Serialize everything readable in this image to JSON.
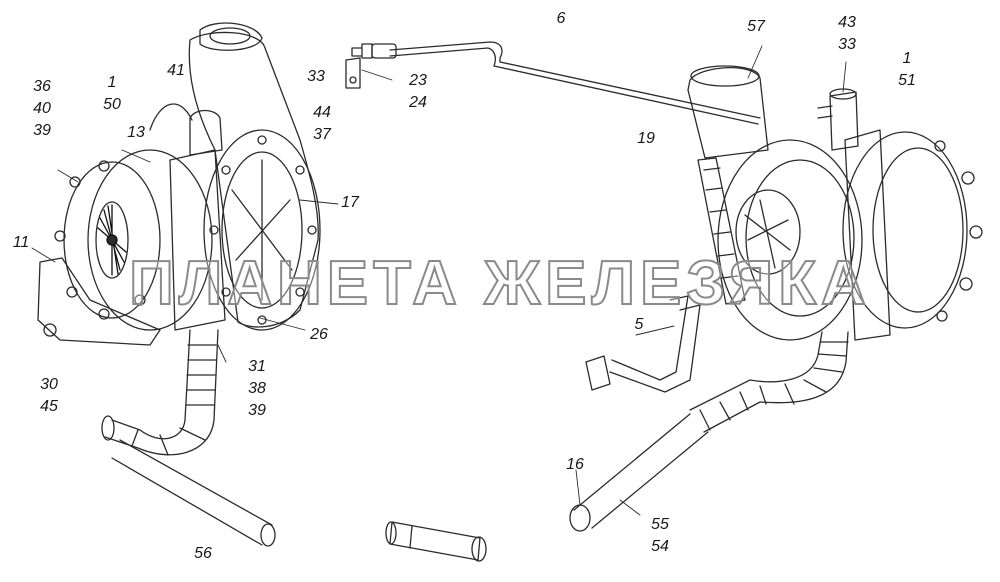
{
  "watermark": "ПЛАНЕТА ЖЕЛЕЗЯКА",
  "callouts": [
    {
      "id": "c6",
      "text": "6"
    },
    {
      "id": "c57",
      "text": "57"
    },
    {
      "id": "c43-33",
      "text": "43\n33"
    },
    {
      "id": "c1-51",
      "text": "1\n51"
    },
    {
      "id": "c41",
      "text": "41"
    },
    {
      "id": "c33",
      "text": "33"
    },
    {
      "id": "c23-24",
      "text": "23\n24"
    },
    {
      "id": "c36-40-39",
      "text": "36\n40\n39"
    },
    {
      "id": "c1-50",
      "text": "1\n50"
    },
    {
      "id": "c44-37",
      "text": "44\n37"
    },
    {
      "id": "c13",
      "text": "13"
    },
    {
      "id": "c19",
      "text": "19"
    },
    {
      "id": "c17",
      "text": "17"
    },
    {
      "id": "c11",
      "text": "11"
    },
    {
      "id": "c26",
      "text": "26"
    },
    {
      "id": "c5",
      "text": "5"
    },
    {
      "id": "c31-38-39",
      "text": "31\n38\n39"
    },
    {
      "id": "c30-45",
      "text": "30\n45"
    },
    {
      "id": "c16",
      "text": "16"
    },
    {
      "id": "c55-54",
      "text": "55\n54"
    },
    {
      "id": "c56",
      "text": "56"
    }
  ]
}
